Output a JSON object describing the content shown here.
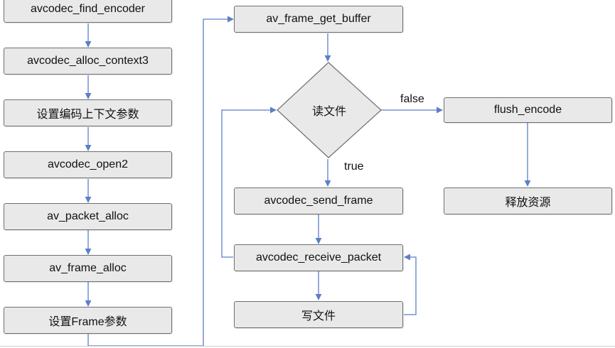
{
  "nodes": {
    "find_encoder": "avcodec_find_encoder",
    "alloc_context3": "avcodec_alloc_context3",
    "set_ctx_params": "设置编码上下文参数",
    "open2": "avcodec_open2",
    "packet_alloc": "av_packet_alloc",
    "frame_alloc": "av_frame_alloc",
    "set_frame_params": "设置Frame参数",
    "get_buffer": "av_frame_get_buffer",
    "read_file": "读文件",
    "send_frame": "avcodec_send_frame",
    "receive_packet": "avcodec_receive_packet",
    "write_file": "写文件",
    "flush_encode": "flush_encode",
    "release": "释放资源"
  },
  "edge_labels": {
    "false_label": "false",
    "true_label": "true"
  },
  "colors": {
    "arrow": "#5b7fc7",
    "box_fill": "#e9e9ea",
    "box_border": "#6f6f6f"
  }
}
